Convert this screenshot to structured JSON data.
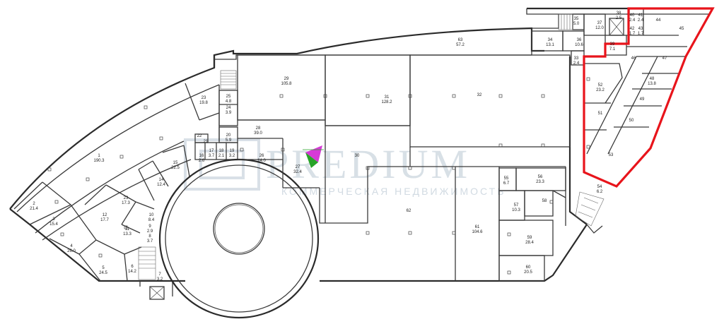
{
  "watermark": {
    "brand": "PREDIUM",
    "tagline": "КОММЕРЧЕСКАЯ НЕДВИЖИМОСТЬ"
  },
  "colors": {
    "highlight": "#e8141b",
    "walls": "#2b2b2b",
    "watermark": "#b9c7d3",
    "marker": "#d63ad6"
  },
  "rooms": [
    {
      "id": "r1",
      "num": "1",
      "area": "190.3"
    },
    {
      "id": "r2",
      "num": "2",
      "area": "21.4"
    },
    {
      "id": "r3",
      "num": "3",
      "area": "15.4"
    },
    {
      "id": "r4",
      "num": "4",
      "area": "26.0"
    },
    {
      "id": "r5",
      "num": "5",
      "area": "24.5"
    },
    {
      "id": "r6",
      "num": "6",
      "area": "14.2"
    },
    {
      "id": "r7",
      "num": "7",
      "area": "3.2"
    },
    {
      "id": "r8",
      "num": "8",
      "area": "3.7"
    },
    {
      "id": "r9",
      "num": "9",
      "area": "2.9"
    },
    {
      "id": "r10",
      "num": "10",
      "area": "8.4"
    },
    {
      "id": "r11",
      "num": "11",
      "area": "13.3"
    },
    {
      "id": "r12",
      "num": "12",
      "area": "17.7"
    },
    {
      "id": "r13",
      "num": "23",
      "area": "17.3"
    },
    {
      "id": "r14",
      "num": "14",
      "area": "12.4"
    },
    {
      "id": "r15",
      "num": "15",
      "area": "22.5"
    },
    {
      "id": "r16",
      "num": "16",
      "area": "2.6"
    },
    {
      "id": "r17",
      "num": "17",
      "area": "3.7"
    },
    {
      "id": "r18",
      "num": "18",
      "area": "2.1"
    },
    {
      "id": "r19",
      "num": "19",
      "area": "3.2"
    },
    {
      "id": "r20",
      "num": "20",
      "area": "5.9"
    },
    {
      "id": "r21",
      "num": "21",
      "area": ""
    },
    {
      "id": "r22",
      "num": "22",
      "area": ""
    },
    {
      "id": "r23",
      "num": "23",
      "area": "19.8"
    },
    {
      "id": "r24",
      "num": "24",
      "area": "3.9"
    },
    {
      "id": "r25",
      "num": "25",
      "area": "4.8"
    },
    {
      "id": "r26",
      "num": "26",
      "area": "14.0"
    },
    {
      "id": "r27",
      "num": "27",
      "area": "32.4"
    },
    {
      "id": "r28",
      "num": "28",
      "area": "39.0"
    },
    {
      "id": "r29",
      "num": "29",
      "area": "105.8"
    },
    {
      "id": "r30",
      "num": "30",
      "area": ""
    },
    {
      "id": "r31",
      "num": "31",
      "area": "128.2"
    },
    {
      "id": "r32",
      "num": "32",
      "area": ""
    },
    {
      "id": "r33",
      "num": "33",
      "area": "2.4"
    },
    {
      "id": "r34",
      "num": "34",
      "area": "13.1"
    },
    {
      "id": "r35",
      "num": "35",
      "area": "5.0"
    },
    {
      "id": "r36",
      "num": "36",
      "area": "10.6"
    },
    {
      "id": "r37",
      "num": "37",
      "area": "12.0"
    },
    {
      "id": "r38",
      "num": "38",
      "area": "2.5"
    },
    {
      "id": "r39",
      "num": "39",
      "area": "7.1"
    },
    {
      "id": "r40",
      "num": "40",
      "area": "2.4"
    },
    {
      "id": "r41",
      "num": "41",
      "area": "2.4"
    },
    {
      "id": "r42",
      "num": "42",
      "area": "1.7"
    },
    {
      "id": "r43",
      "num": "43",
      "area": "1.7"
    },
    {
      "id": "r44",
      "num": "44",
      "area": ""
    },
    {
      "id": "r45",
      "num": "45",
      "area": ""
    },
    {
      "id": "r46",
      "num": "46",
      "area": ""
    },
    {
      "id": "r47",
      "num": "47",
      "area": ""
    },
    {
      "id": "r48",
      "num": "48",
      "area": "13.8"
    },
    {
      "id": "r49",
      "num": "49",
      "area": ""
    },
    {
      "id": "r50",
      "num": "50",
      "area": ""
    },
    {
      "id": "r51",
      "num": "51",
      "area": ""
    },
    {
      "id": "r52",
      "num": "52",
      "area": "23.2"
    },
    {
      "id": "r53",
      "num": "53",
      "area": ""
    },
    {
      "id": "r54",
      "num": "54",
      "area": "6.2"
    },
    {
      "id": "r55",
      "num": "55",
      "area": "6.7"
    },
    {
      "id": "r56",
      "num": "56",
      "area": "23.3"
    },
    {
      "id": "r57",
      "num": "57",
      "area": "10.3"
    },
    {
      "id": "r58",
      "num": "58",
      "area": ""
    },
    {
      "id": "r59",
      "num": "59",
      "area": "28.4"
    },
    {
      "id": "r60",
      "num": "60",
      "area": "20.5"
    },
    {
      "id": "r61",
      "num": "61",
      "area": "104.6"
    },
    {
      "id": "r62",
      "num": "62",
      "area": ""
    },
    {
      "id": "r63",
      "num": "63",
      "area": "57.2"
    }
  ]
}
